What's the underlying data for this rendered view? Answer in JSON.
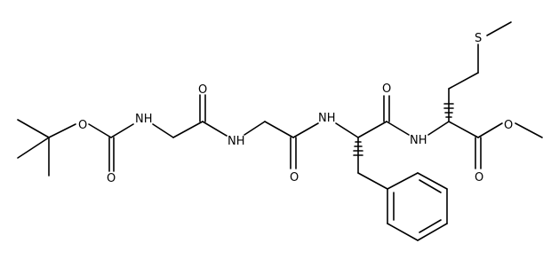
{
  "molecule": {
    "atoms": [
      {
        "id": "o_boc_ether",
        "label": "O"
      },
      {
        "id": "o_boc_carbonyl",
        "label": "O"
      },
      {
        "id": "n_boc",
        "label": "NH"
      },
      {
        "id": "o_gly1",
        "label": "O"
      },
      {
        "id": "n_gly2",
        "label": "NH"
      },
      {
        "id": "o_gly2",
        "label": "O"
      },
      {
        "id": "n_phe",
        "label": "NH"
      },
      {
        "id": "o_phe",
        "label": "O"
      },
      {
        "id": "n_met",
        "label": "NH"
      },
      {
        "id": "s_met",
        "label": "S"
      },
      {
        "id": "o_ester_carbonyl",
        "label": "O"
      },
      {
        "id": "o_ester_ether",
        "label": "O"
      }
    ]
  },
  "colors": {
    "bond": "#000000",
    "text": "#000000",
    "background": "#ffffff"
  }
}
